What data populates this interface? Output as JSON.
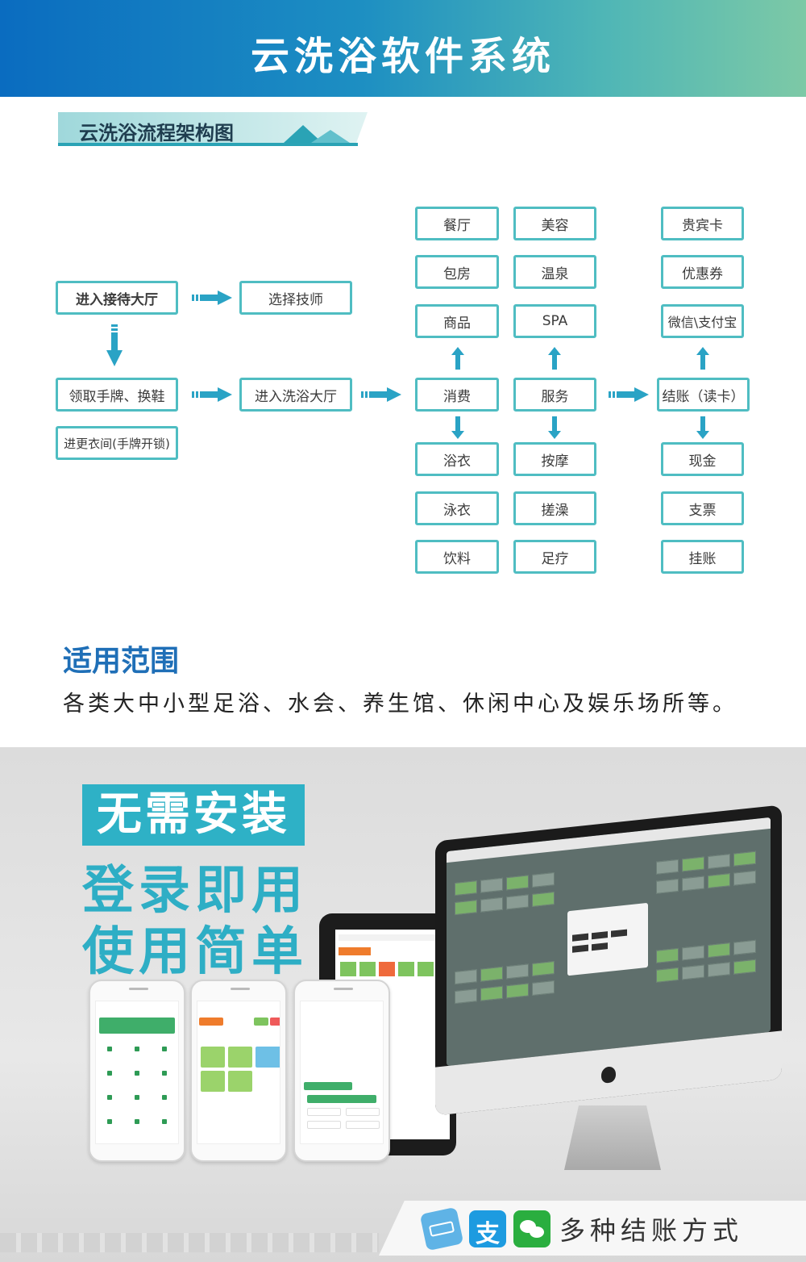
{
  "header": {
    "title": "云洗浴软件系统"
  },
  "section1": {
    "title": "云洗浴流程架构图"
  },
  "flow": {
    "reception": "进入接待大厅",
    "select_tech": "选择技师",
    "get_tag": "领取手牌、换鞋",
    "bath_hall": "进入洗浴大厅",
    "locker": "进更衣间(手牌开锁)",
    "consume": "消费",
    "service": "服务",
    "checkout": "结账（读卡）",
    "consume_up": [
      "餐厅",
      "包房",
      "商品"
    ],
    "consume_down": [
      "浴衣",
      "泳衣",
      "饮料"
    ],
    "service_up": [
      "美容",
      "温泉",
      "SPA"
    ],
    "service_down": [
      "按摩",
      "搓澡",
      "足疗"
    ],
    "checkout_up": [
      "贵宾卡",
      "优惠券",
      "微信\\支付宝"
    ],
    "checkout_down": [
      "现金",
      "支票",
      "挂账"
    ]
  },
  "scope": {
    "title": "适用范围",
    "text": "各类大中小型足浴、水会、养生馆、休闲中心及娱乐场所等。"
  },
  "promo": {
    "badge": "无需安装",
    "line1": "登录即用",
    "line2": "使用简单"
  },
  "payment": {
    "label": "多种结账方式",
    "icons": [
      "rfid-card-icon",
      "alipay-icon",
      "wechat-icon"
    ],
    "colors": {
      "rfid": "#5fb3e6",
      "alipay": "#1d9be0",
      "wechat": "#2aae3f"
    }
  },
  "colors": {
    "accent": "#2eaec5",
    "box_border": "#4fbdc2",
    "scope_title": "#1f6fb7"
  }
}
